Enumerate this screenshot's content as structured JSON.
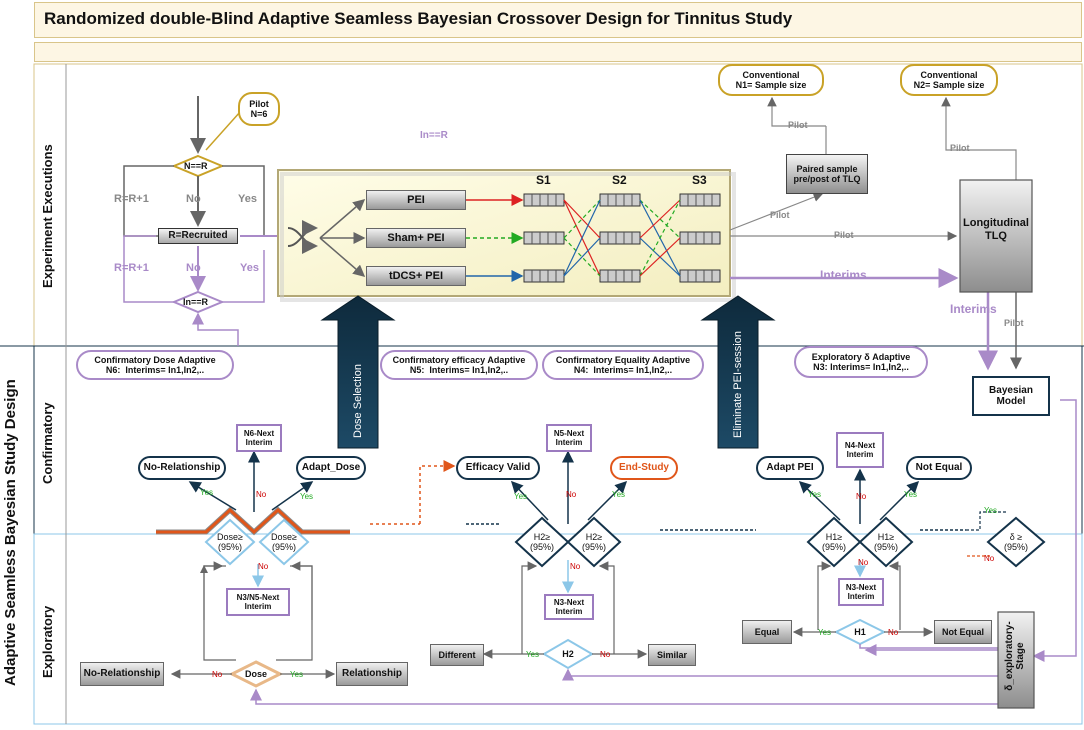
{
  "title": "Randomized double-Blind Adaptive Seamless Bayesian Crossover Design for Tinnitus Study",
  "side_labels": {
    "main": "Adaptive Seamless Bayesian Study Design",
    "execution": "Experiment Executions",
    "confirmatory": "Confirmatory",
    "exploratory": "Exploratory"
  },
  "recruit": {
    "pilot": "Pilot\nN=6",
    "n_eq_r": "N==R",
    "r_plus_1_a": "R=R+1",
    "r_plus_1_b": "R=R+1",
    "no_a": "No",
    "yes_a": "Yes",
    "no_b": "No",
    "yes_b": "Yes",
    "r_recruited": "R=Recruited",
    "in_eq_r": "In==R",
    "in_eq_r_note": "In==R"
  },
  "arms": {
    "pei": "PEI",
    "sham": "Sham+ PEI",
    "tdcs": "tDCS+ PEI",
    "sessions": [
      "S1",
      "S2",
      "S3"
    ]
  },
  "outcomes": {
    "conv1": "Conventional\nN1= Sample size",
    "conv2": "Conventional\nN2= Sample size",
    "paired": "Paired sample\npre/post of TLQ",
    "longitudinal": "Longitudinal\nTLQ",
    "pilot_labels": [
      "Pilot",
      "Pilot",
      "Pilot",
      "Pilot",
      "Pilot"
    ],
    "interims_a": "Interims",
    "interims_b": "Interims",
    "bayesian": "Bayesian\nModel"
  },
  "arrows": {
    "dose_selection": "Dose Selection",
    "eliminate": "Eliminate PEI-session"
  },
  "adaptives": {
    "dose": "Confirmatory Dose Adaptive\nN6:  Interims= In1,In2,..",
    "efficacy": "Confirmatory efficacy Adaptive\nN5:  Interims= In1,In2,..",
    "equality": "Confirmatory Equality Adaptive\nN4:  Interims= In1,In2,..",
    "exploratory": "Exploratory δ Adaptive\nN3: Interims= In1,In2,.."
  },
  "dose_block": {
    "next": "N6-Next\nInterim",
    "no_rel": "No-Relationship",
    "adapt": "Adapt_Dose",
    "d1": "Dose≥\n(95%)",
    "d2": "Dose≥\n(95%)",
    "n3n5": "N3/N5-Next\nInterim",
    "dose": "Dose",
    "no_rel2": "No-Relationship",
    "rel": "Relationship"
  },
  "efficacy_block": {
    "next": "N5-Next\nInterim",
    "valid": "Efficacy Valid",
    "end": "End-Study",
    "h1": "H2≥\n(95%)",
    "h2": "H2≥\n(95%)",
    "n3": "N3-Next\nInterim",
    "h2node": "H2",
    "different": "Different",
    "similar": "Similar"
  },
  "equality_block": {
    "next": "N4-Next\nInterim",
    "adapt": "Adapt PEI",
    "not_equal": "Not Equal",
    "h1": "H1≥\n(95%)",
    "h2": "H1≥\n(95%)",
    "n3": "N3-Next\nInterim",
    "h1node": "H1",
    "equal": "Equal",
    "not_equal2": "Not Equal"
  },
  "delta_block": {
    "delta": "δ ≥\n(95%)",
    "stage": "δ_exploratory-\nStage"
  },
  "yes": "Yes",
  "no": "No",
  "colors": {
    "navy": "#14334a",
    "purple": "#a98ac8",
    "gold": "#c9a227",
    "orange": "#e0561a",
    "lightblue": "#8cc7e8",
    "green": "#22aa22",
    "red": "#cc0000"
  }
}
